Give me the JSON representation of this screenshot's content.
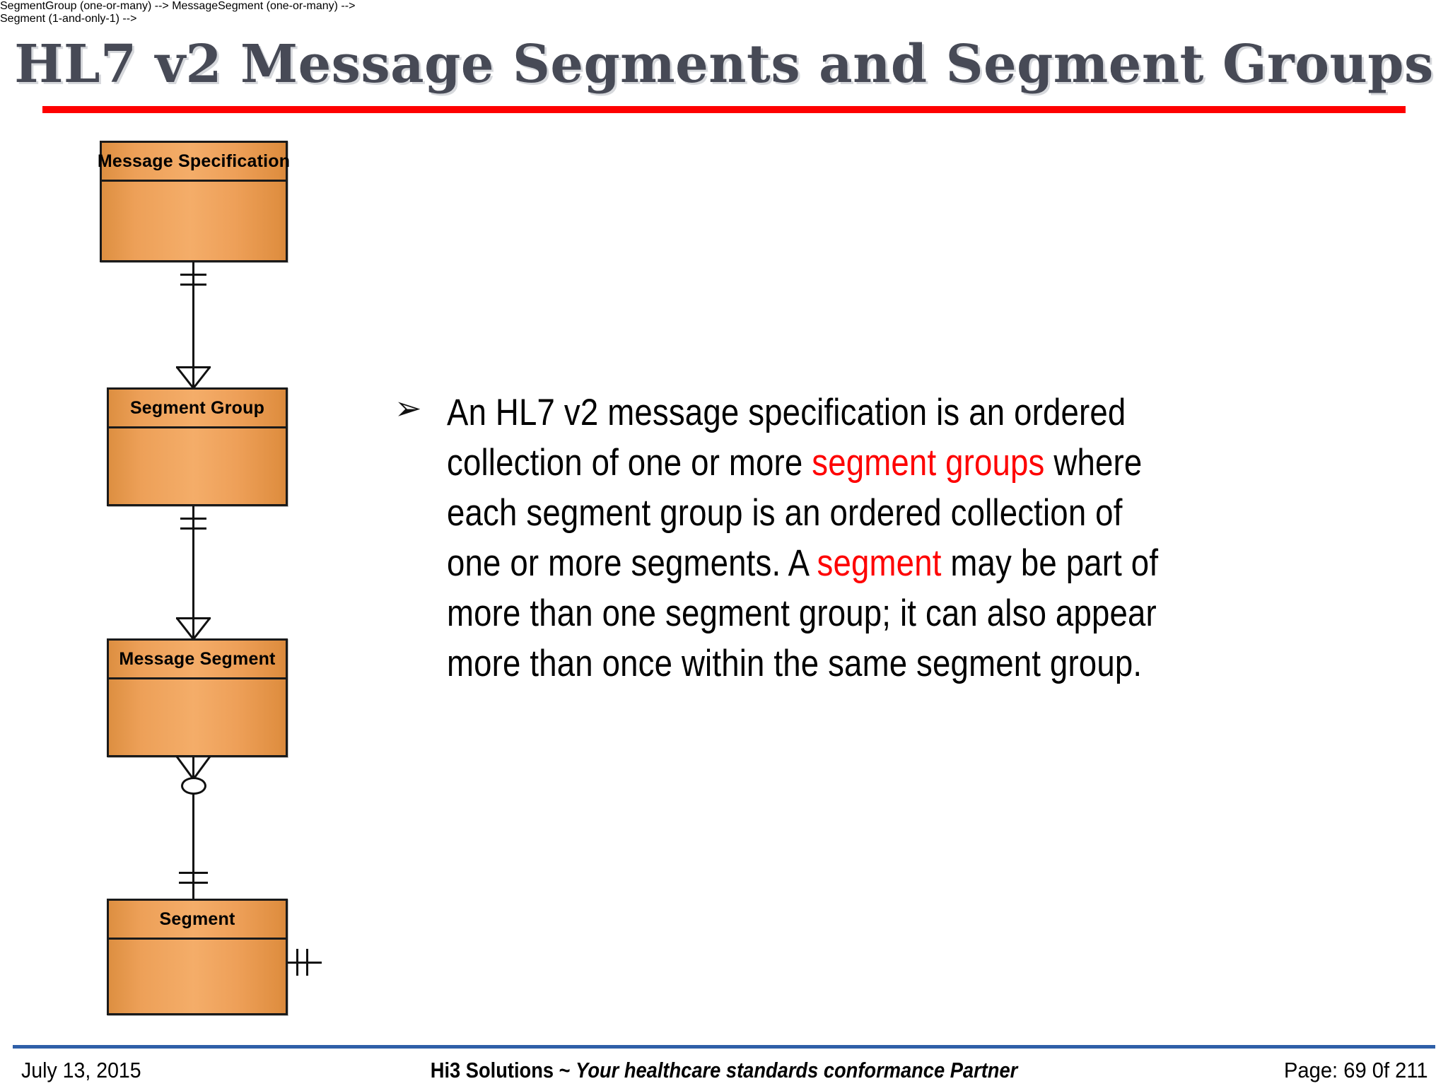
{
  "slide": {
    "title": "HL7 v2 Message Segments and Segment Groups",
    "title_rule_color": "#fe0000",
    "background": "#ffffff"
  },
  "diagram": {
    "type": "entity-relationship",
    "entity_fill_start": "#dd8f41",
    "entity_fill_end": "#f4ad69",
    "entity_border": "#1a1a1a",
    "entities": [
      {
        "id": "message-specification",
        "label": "Message Specification"
      },
      {
        "id": "segment-group",
        "label": "Segment Group"
      },
      {
        "id": "message-segment",
        "label": "Message Segment"
      },
      {
        "id": "segment",
        "label": "Segment"
      }
    ],
    "relationships": [
      {
        "from": "message-specification",
        "to": "segment-group",
        "from_cardinality": "one-and-only-one",
        "to_cardinality": "one-or-many"
      },
      {
        "from": "segment-group",
        "to": "message-segment",
        "from_cardinality": "one-and-only-one",
        "to_cardinality": "one-or-many"
      },
      {
        "from": "message-segment",
        "to": "segment",
        "from_cardinality": "zero-or-many",
        "to_cardinality": "one-and-only-one"
      },
      {
        "from": "segment",
        "to": "",
        "from_cardinality": "one-and-only-one",
        "to_cardinality": ""
      }
    ]
  },
  "body": {
    "bullet_glyph": "➢",
    "highlight_color": "#fe0000",
    "text_parts": [
      {
        "text": "An HL7 v2 message specification is an ordered collection of one or more ",
        "highlight": false
      },
      {
        "text": "segment groups",
        "highlight": true
      },
      {
        "text": " where each segment group is an ordered collection of one or more segments.  A ",
        "highlight": false
      },
      {
        "text": "segment",
        "highlight": true
      },
      {
        "text": " may be part of more than one segment group; it can also appear more than once within the same segment group.",
        "highlight": false
      }
    ]
  },
  "footer": {
    "rule_color": "#2f5fa8",
    "date": "July 13, 2015",
    "center_bold": "Hi3 Solutions ~ ",
    "center_italic": "Your healthcare standards conformance Partner",
    "page": "Page: 69 0f 211"
  }
}
